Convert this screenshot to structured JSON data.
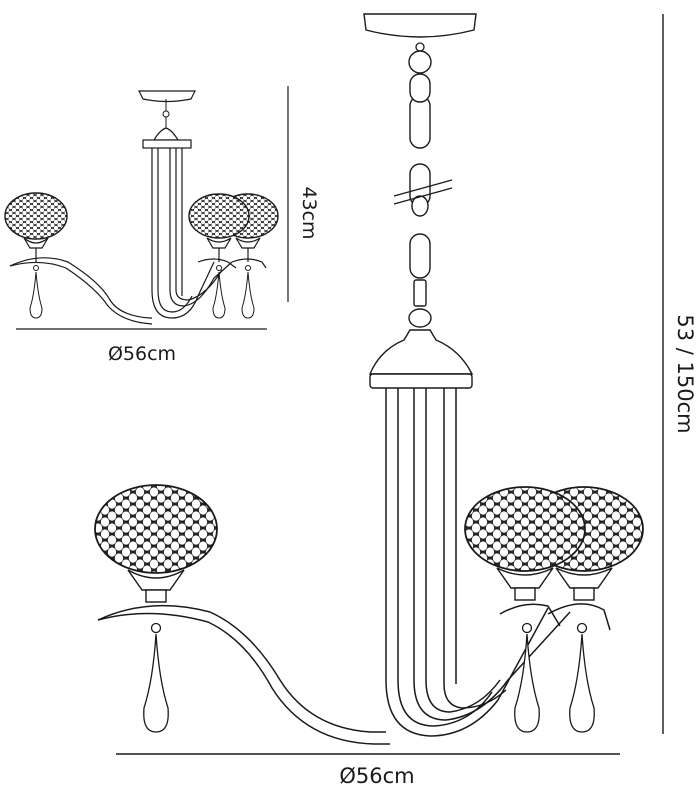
{
  "small_view": {
    "height_label": "43cm",
    "width_label": "Ø56cm"
  },
  "large_view": {
    "height_label": "53 / 150cm",
    "width_label": "Ø56cm"
  },
  "colors": {
    "ink": "#1a1a1a",
    "background": "#ffffff"
  }
}
